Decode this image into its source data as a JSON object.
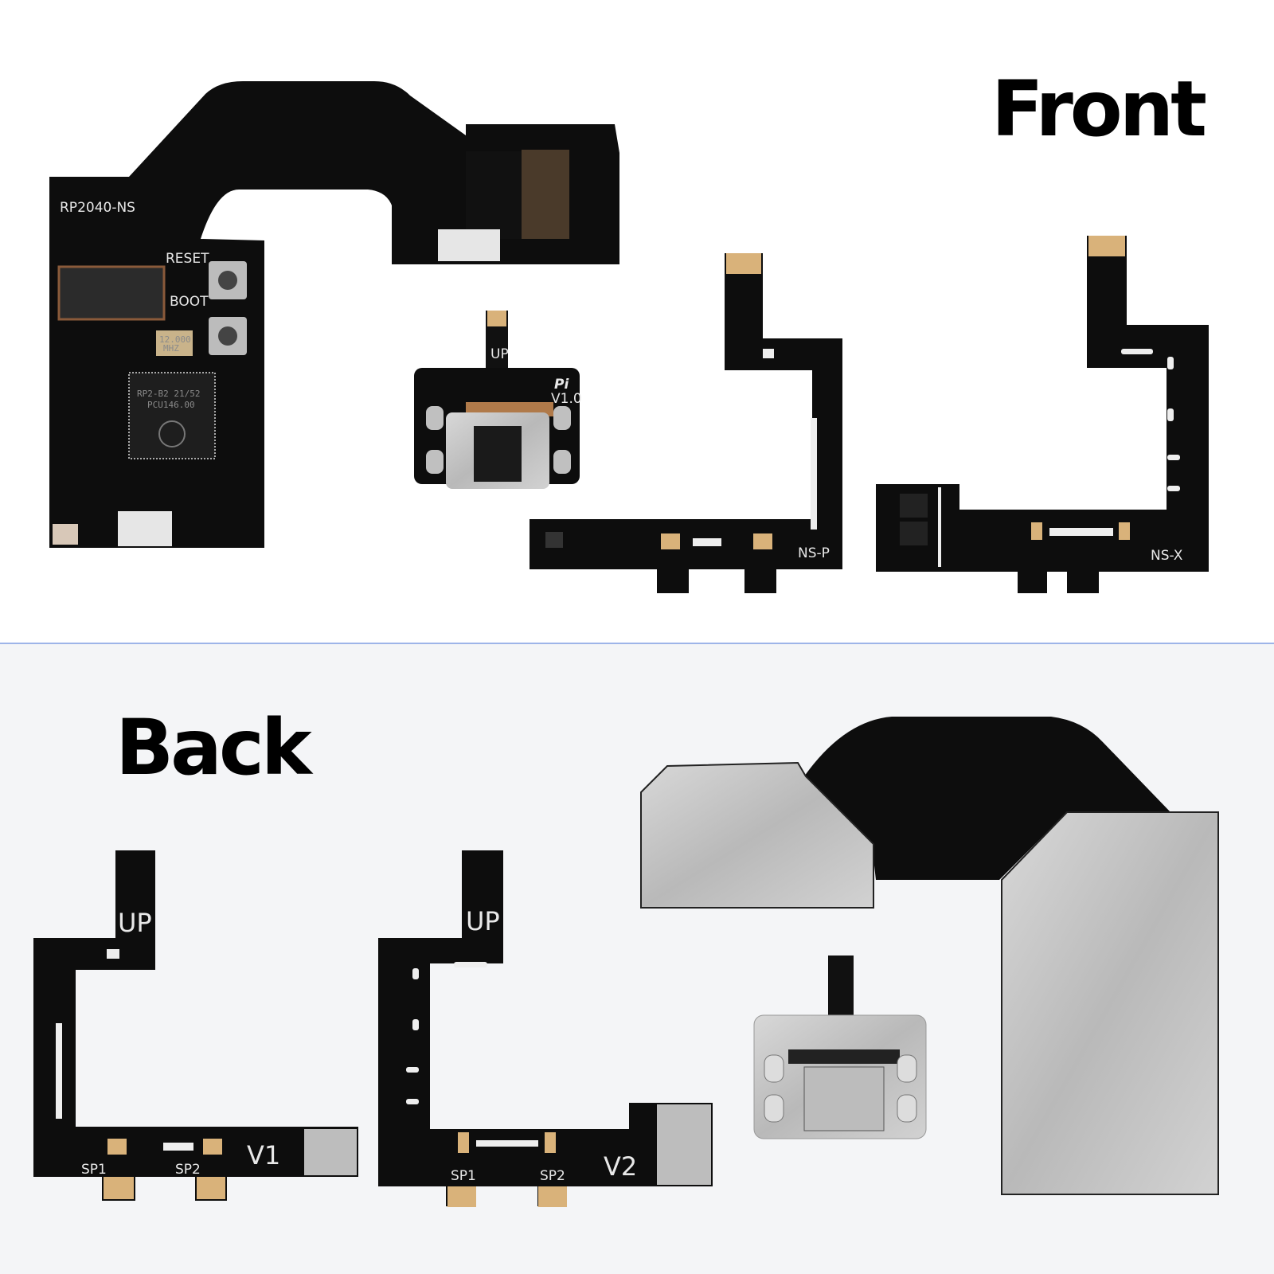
{
  "sections": {
    "front_label": "Front",
    "back_label": "Back"
  },
  "front": {
    "rp2040": {
      "name": "RP2040-NS",
      "reset": "RESET",
      "boot": "BOOT",
      "chip_line1": "RP2-B2  21/52",
      "chip_line2": "PCU146.00",
      "crystal_line1": "12.000",
      "crystal_line2": "MHZ"
    },
    "usb_c_board": {
      "up": "UP",
      "logo": "Pi",
      "version": "V1.0"
    },
    "ns_p": {
      "label": "NS-P"
    },
    "ns_x": {
      "label": "NS-X"
    }
  },
  "back": {
    "v1": {
      "up": "UP",
      "sp1": "SP1",
      "sp2": "SP2",
      "version": "V1"
    },
    "v2": {
      "up": "UP",
      "sp1": "SP1",
      "sp2": "SP2",
      "version": "V2"
    }
  },
  "colors": {
    "pcb": "#0d0d0d",
    "gold": "#d9b27a",
    "silver": "#c9c9c9",
    "divider": "#9db4e8",
    "back_bg": "#f4f5f7"
  }
}
